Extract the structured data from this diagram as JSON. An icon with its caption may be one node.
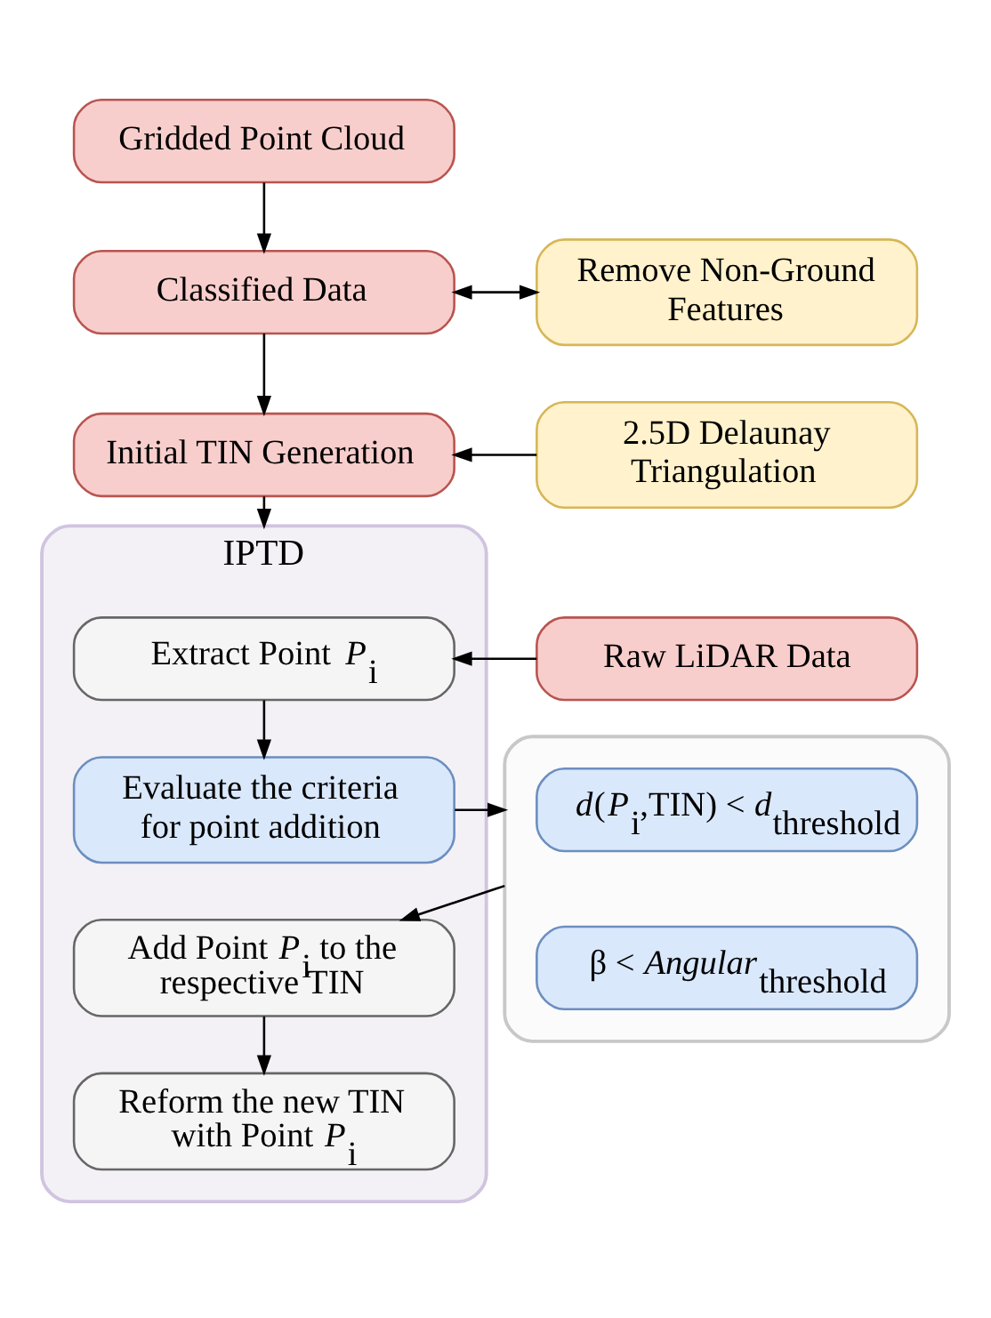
{
  "diagram": {
    "nodes": [
      {
        "text": [
          "Gridded Point Cloud"
        ]
      },
      {
        "text": [
          "Classified Data"
        ]
      },
      {
        "text": [
          "Remove Non-Ground Features"
        ]
      },
      {
        "text": [
          "Initial TIN Generation"
        ]
      },
      {
        "text": [
          "2.5D Delaunay Triangulation"
        ]
      },
      {
        "text": [
          "IPTD"
        ]
      },
      {
        "text": [
          "Extract Point *P*$_{i}$"
        ],
        "in": 5
      },
      {
        "text": [
          "Raw LiDAR Data"
        ]
      },
      {
        "text": [
          "Evaluate the criteria for point addition"
        ],
        "in": 5
      },
      {
        "text": [],
        "shape": "box"
      },
      {
        "text": [
          "*d*(*P*$_{i}$,TIN) < *d*$_{threshold}$"
        ],
        "in": 9
      },
      {
        "text": [
          "β < *Angular*$_{threshold}$"
        ],
        "in": 9
      },
      {
        "text": [
          "Add Point *P*$_{i}$ to the respective TIN"
        ],
        "in": 5
      },
      {
        "text": [
          "Reform the new TIN with Point *P*$_{i}$"
        ],
        "in": 5
      }
    ],
    "edges": [
      {
        "from": 0,
        "to": 1,
        "arrow": "to"
      },
      {
        "from": 1,
        "to": 2,
        "arrow": "both"
      },
      {
        "from": 1,
        "to": 3,
        "arrow": "to"
      },
      {
        "from": 4,
        "to": 3,
        "arrow": "to"
      },
      {
        "from": 3,
        "to": 5,
        "arrow": "to"
      },
      {
        "from": 7,
        "to": 6,
        "arrow": "to"
      },
      {
        "from": 6,
        "to": 8,
        "arrow": "to"
      },
      {
        "from": 8,
        "to": 9,
        "arrow": "to"
      },
      {
        "from": 9,
        "to": 12,
        "arrow": "to"
      },
      {
        "from": 12,
        "to": 13,
        "arrow": "to"
      }
    ]
  }
}
